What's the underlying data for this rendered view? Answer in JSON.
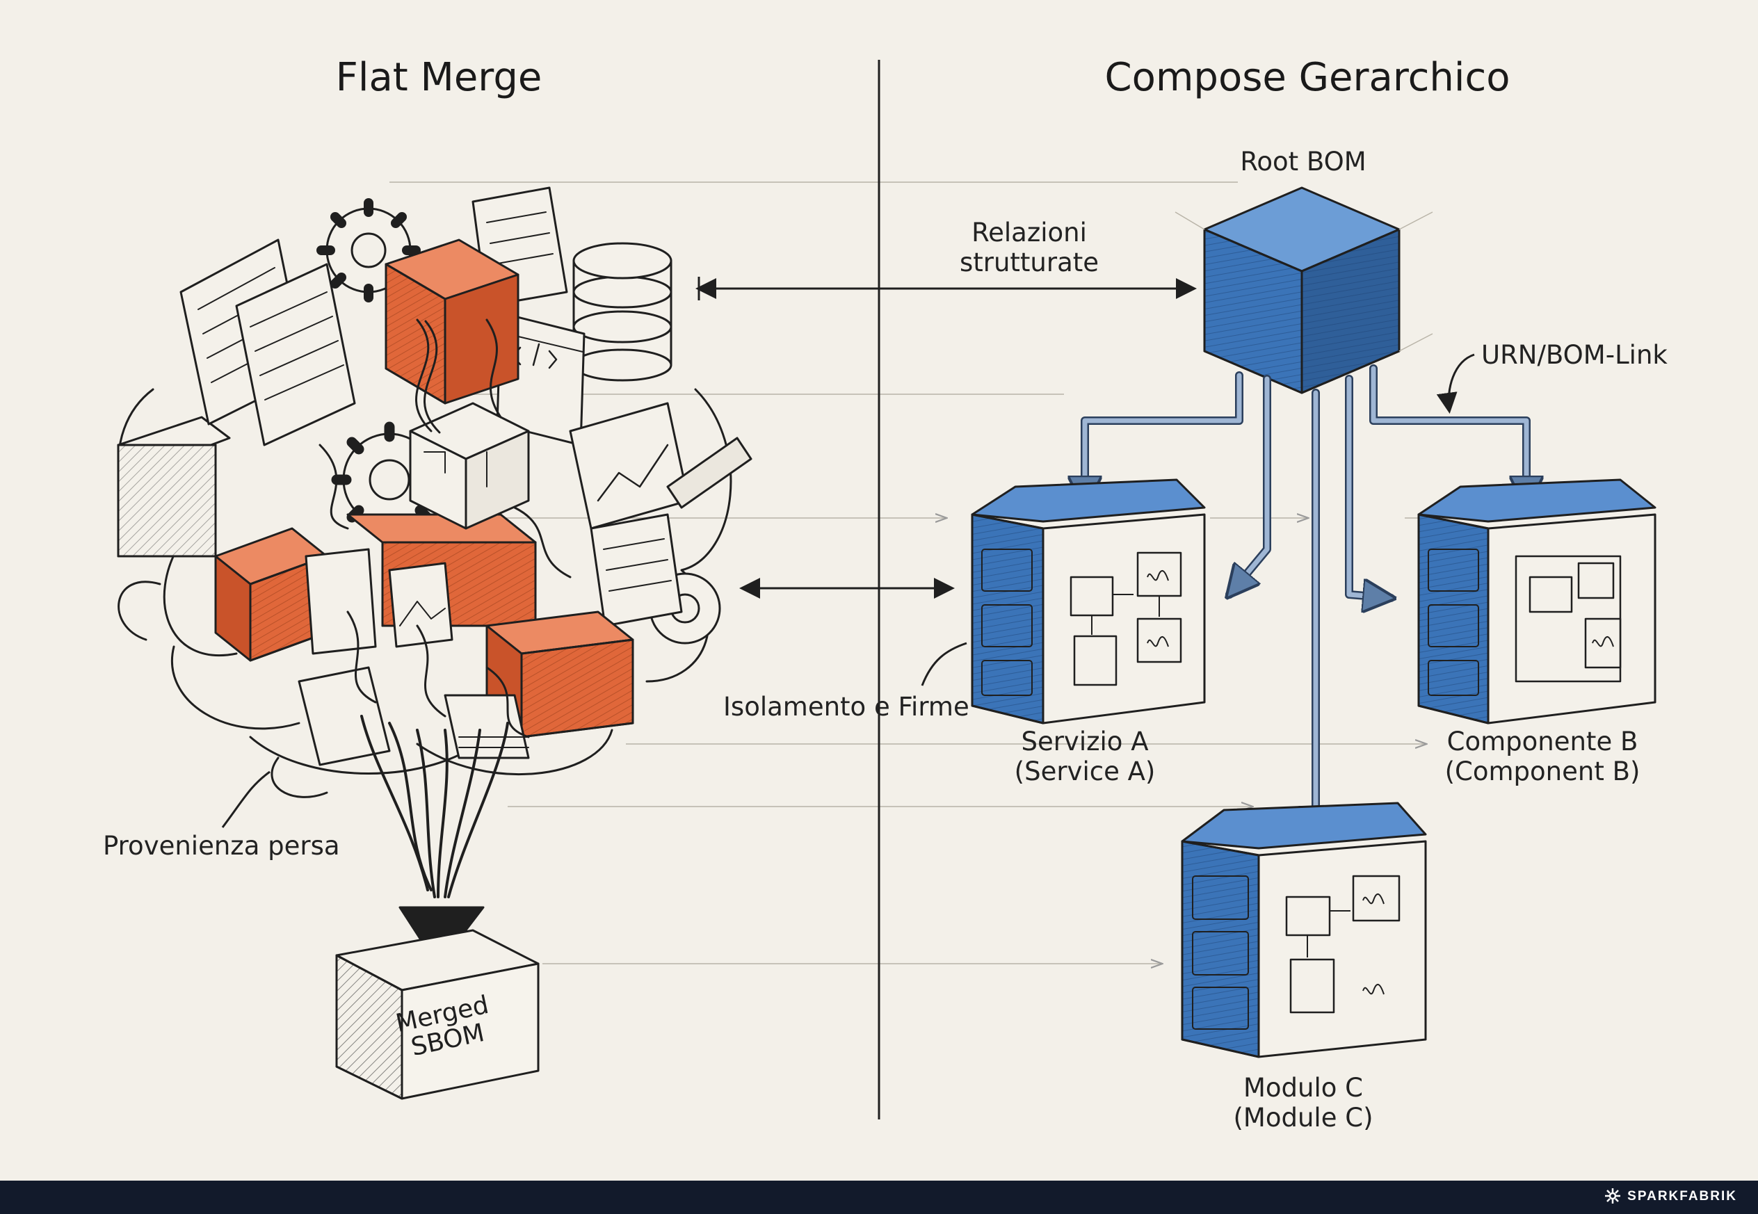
{
  "titles": {
    "left": "Flat Merge",
    "right": "Compose Gerarchico"
  },
  "left": {
    "merged_box_line1": "Merged",
    "merged_box_line2": "SBOM",
    "annotation_provenance": "Provenienza persa"
  },
  "right": {
    "root_label": "Root BOM",
    "relations_line1": "Relazioni",
    "relations_line2": "strutturate",
    "link_label": "URN/BOM-Link",
    "isolation_label": "Isolamento e Firme",
    "service_a_line1": "Servizio A",
    "service_a_line2": "(Service A)",
    "component_b_line1": "Componente B",
    "component_b_line2": "(Component B)",
    "module_c_line1": "Modulo C",
    "module_c_line2": "(Module C)"
  },
  "footer": {
    "brand": "SPARKFABRIK"
  },
  "colors": {
    "background": "#f3f0e9",
    "blue": "#3b74b8",
    "orange": "#e0673a",
    "ink": "#1f1f1f",
    "footer": "#121a2b"
  }
}
